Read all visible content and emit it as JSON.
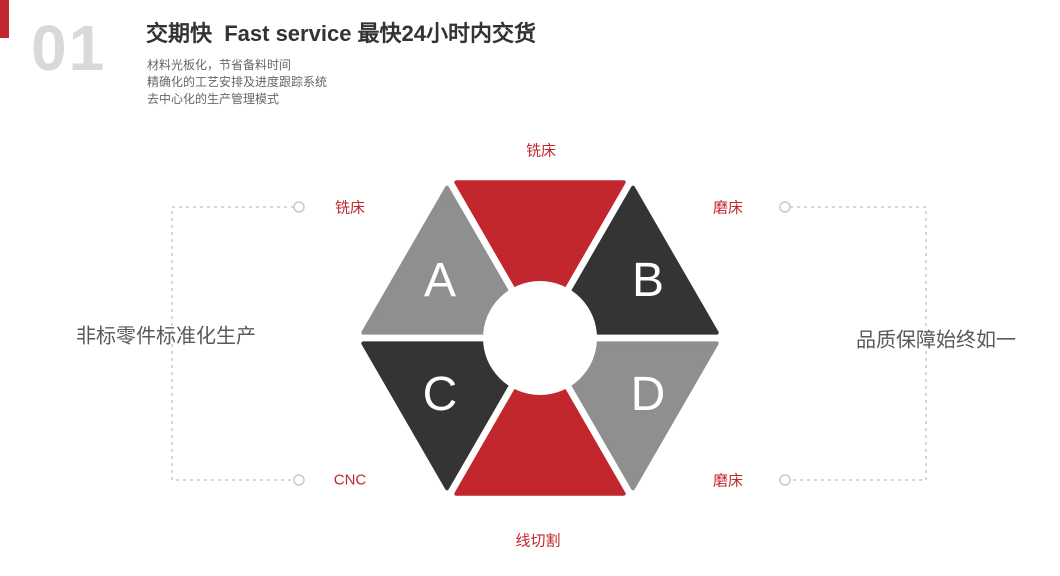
{
  "page": {
    "accent_color": "#c1272d",
    "background": "#ffffff"
  },
  "header": {
    "index": "01",
    "title": "交期快  Fast service 最快24小时内交货",
    "bullets": [
      "材料光板化，节省备料时间",
      "精确化的工艺安排及进度跟踪系统",
      "去中心化的生产管理模式"
    ]
  },
  "diagram": {
    "left_caption": "非标零件标准化生产",
    "right_caption": "品质保障始终如一",
    "callouts": {
      "top": "铣床",
      "upper_left": "铣床",
      "upper_right": "磨床",
      "lower_left": "CNC",
      "lower_right": "磨床",
      "bottom": "线切割"
    },
    "segments": [
      {
        "position": "top",
        "letter": "",
        "color": "#c1272d"
      },
      {
        "position": "upper-right",
        "letter": "B",
        "color": "#343434"
      },
      {
        "position": "lower-right",
        "letter": "D",
        "color": "#8f8f8f"
      },
      {
        "position": "bottom",
        "letter": "",
        "color": "#c1272d"
      },
      {
        "position": "lower-left",
        "letter": "C",
        "color": "#343434"
      },
      {
        "position": "upper-left",
        "letter": "A",
        "color": "#8f8f8f"
      }
    ],
    "connector_color": "#c9c9c9"
  }
}
